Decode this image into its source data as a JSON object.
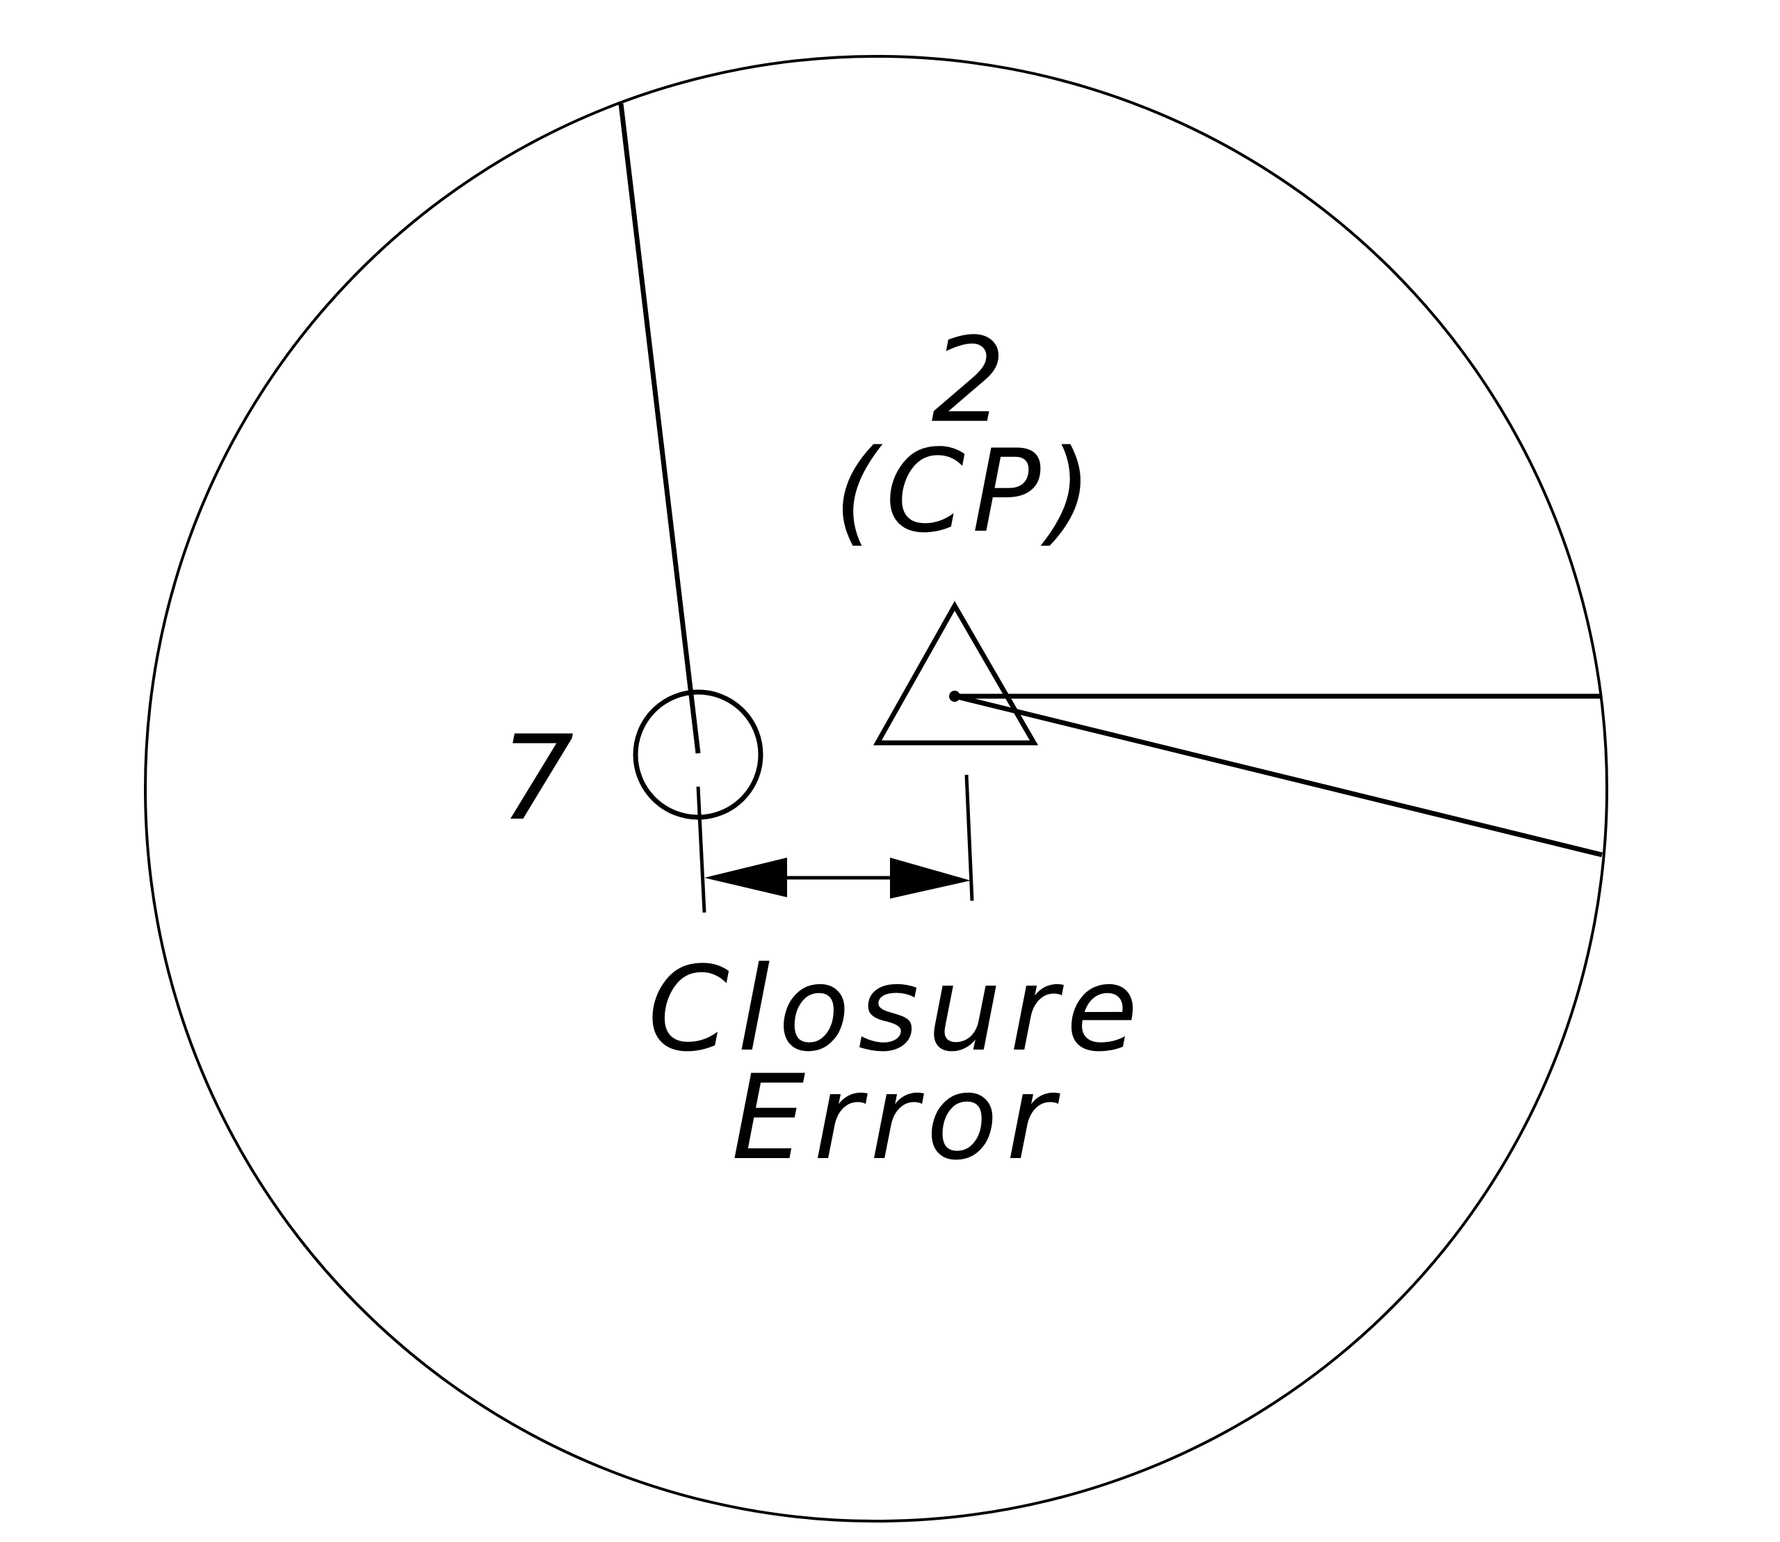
{
  "labels": {
    "control_point_number": "2",
    "control_point_tag": "(CP)",
    "traverse_point_number": "7",
    "closure_line1": "Closure",
    "closure_line2": "Error"
  },
  "colors": {
    "stroke": "#000000",
    "background": "#ffffff"
  }
}
